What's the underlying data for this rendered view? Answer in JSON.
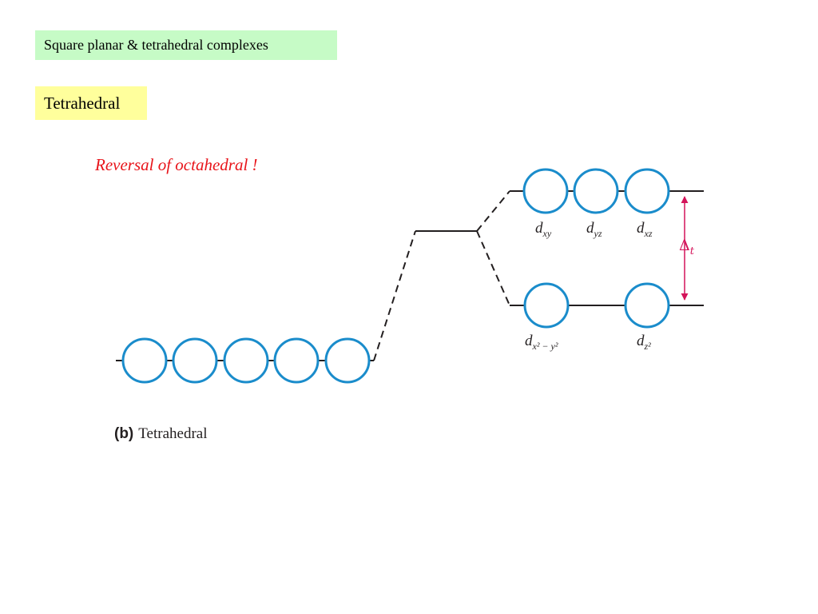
{
  "header": {
    "title": "Square planar & tetrahedral complexes"
  },
  "subheader": {
    "title": "Tetrahedral"
  },
  "note": {
    "text": "Reversal of octahedral !"
  },
  "diagram": {
    "upper_orbitals": [
      "xy",
      "yz",
      "xz"
    ],
    "lower_orbitals": [
      "x² − y²",
      "z²"
    ],
    "splitting_symbol": "Δ",
    "splitting_subscript": "t",
    "orbital_letter": "d",
    "caption_label": "(b)",
    "caption_text": "Tetrahedral",
    "colors": {
      "orbital": "#1a8ccb",
      "arrow": "#d4145a",
      "line": "#231f20"
    }
  }
}
